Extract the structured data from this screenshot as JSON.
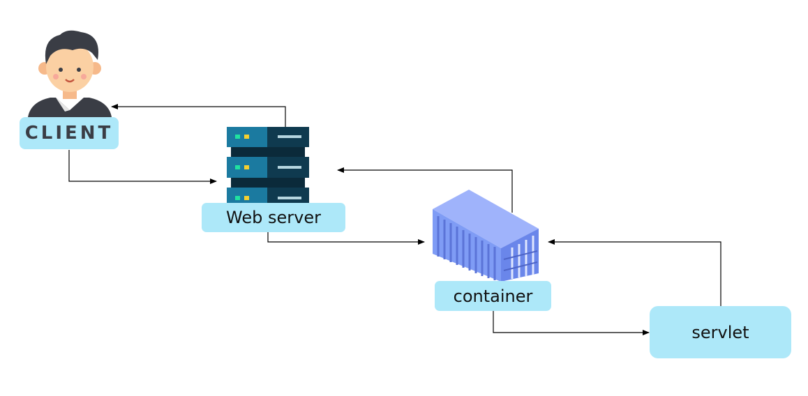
{
  "nodes": {
    "client": {
      "label": "CLIENT"
    },
    "web_server": {
      "label": "Web server"
    },
    "container": {
      "label": "container"
    },
    "servlet": {
      "label": "servlet"
    }
  },
  "icons": {
    "client": "person-icon",
    "web_server": "server-rack-icon",
    "container": "shipping-container-icon"
  },
  "colors": {
    "label_bg": "#ade8f9",
    "arrow": "#000000",
    "server_dark": "#0f3a4f",
    "server_light": "#1b7aa0",
    "container_main": "#7f9cf5"
  },
  "edges": [
    {
      "from": "client",
      "to": "web_server"
    },
    {
      "from": "web_server",
      "to": "client"
    },
    {
      "from": "web_server",
      "to": "container"
    },
    {
      "from": "container",
      "to": "web_server"
    },
    {
      "from": "container",
      "to": "servlet"
    },
    {
      "from": "servlet",
      "to": "container"
    }
  ]
}
